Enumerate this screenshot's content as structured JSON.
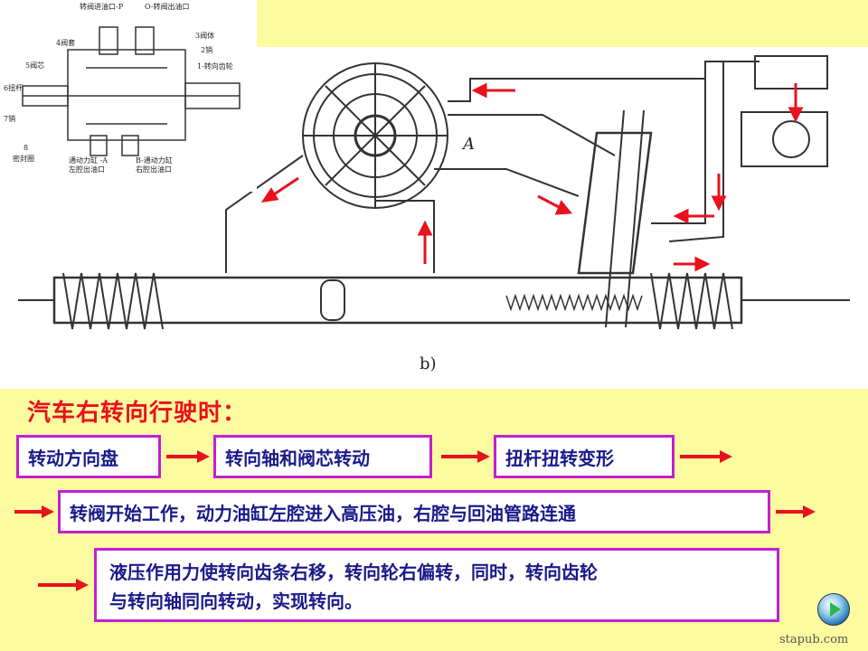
{
  "heading": "汽车右转向行驶时：",
  "flow": {
    "step1": "转动方向盘",
    "step2": "转向轴和阀芯转动",
    "step3": "扭杆扭转变形",
    "step4": "转阀开始工作，动力油缸左腔进入高压油，右腔与回油管路连通",
    "step5_line1": "液压作用力使转向齿条右移，转向轮右偏转，同时，转向齿轮",
    "step5_line2": "与转向轴同向转动，实现转向。"
  },
  "diagram": {
    "label_b": "b)",
    "label_A": "A"
  },
  "inset": {
    "labels": {
      "top_left": "转阀进油口-P",
      "top_right": "O-转阀出油口",
      "valve_body": "3阀体",
      "valve_housing": "4阀套",
      "pin2": "2销",
      "valve_core": "5阀芯",
      "steering_gear": "1-转向齿轮",
      "torsion_bar": "6扭杆",
      "pin7": "7销",
      "seal_num": "8",
      "seal": "密封圈",
      "port_A_l1": "通动力缸 -A",
      "port_A_l2": "左腔出油口",
      "port_B_l1": "B-通动力缸",
      "port_B_l2": "右腔出油口"
    }
  },
  "colors": {
    "heading": "#e8121c",
    "box_border": "#c21fd1",
    "box_text": "#1a1a8a",
    "arrow": "#e8121c",
    "background": "#fdfba0"
  },
  "icons": {
    "play": "play-icon"
  },
  "watermark": "stapub.com"
}
